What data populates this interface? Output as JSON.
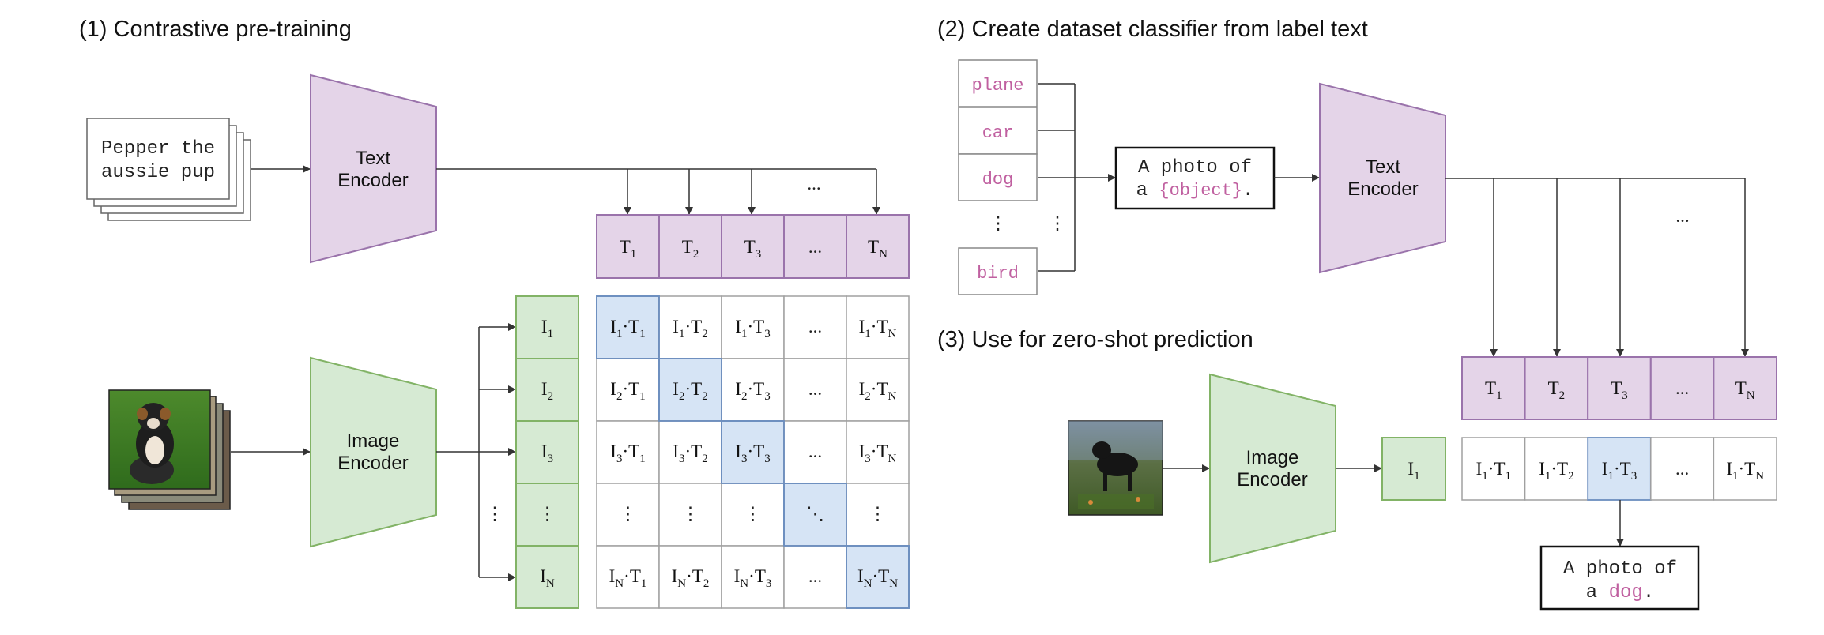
{
  "sections": {
    "pretraining": "(1) Contrastive pre-training",
    "classifier": "(2) Create dataset classifier from label text",
    "zeroshot": "(3) Use for zero-shot prediction"
  },
  "encoders": {
    "text_line1": "Text",
    "text_line2": "Encoder",
    "image_line1": "Image",
    "image_line2": "Encoder"
  },
  "caption": {
    "line1": "Pepper the",
    "line2": "aussie pup"
  },
  "ellipsis": "...",
  "vdots": "⋮",
  "ddots": "⋱",
  "text_embeddings": [
    {
      "base": "T",
      "sub": "1"
    },
    {
      "base": "T",
      "sub": "2"
    },
    {
      "base": "T",
      "sub": "3"
    },
    {
      "base": "...",
      "sub": ""
    },
    {
      "base": "T",
      "sub": "N"
    }
  ],
  "image_embeddings": [
    {
      "base": "I",
      "sub": "1"
    },
    {
      "base": "I",
      "sub": "2"
    },
    {
      "base": "I",
      "sub": "3"
    },
    {
      "base": "⋮",
      "sub": ""
    },
    {
      "base": "I",
      "sub": "N"
    }
  ],
  "matrix": {
    "rows": [
      [
        "I1·T1",
        "I1·T2",
        "I1·T3",
        "...",
        "I1·TN"
      ],
      [
        "I2·T1",
        "I2·T2",
        "I2·T3",
        "...",
        "I2·TN"
      ],
      [
        "I3·T1",
        "I3·T2",
        "I3·T3",
        "...",
        "I3·TN"
      ],
      [
        "⋮",
        "⋮",
        "⋮",
        "⋱",
        "⋮"
      ],
      [
        "IN·T1",
        "IN·T2",
        "IN·T3",
        "...",
        "IN·TN"
      ]
    ]
  },
  "labels": [
    "plane",
    "car",
    "dog",
    "bird"
  ],
  "template": {
    "prefix1": "A photo of",
    "prefix2": "a ",
    "object": "{object}",
    "suffix": "."
  },
  "zeroshot_image_embedding": {
    "base": "I",
    "sub": "1"
  },
  "zeroshot_products": [
    {
      "base1": "I",
      "sub1": "1",
      "base2": "T",
      "sub2": "1"
    },
    {
      "base1": "I",
      "sub1": "1",
      "base2": "T",
      "sub2": "2"
    },
    {
      "base1": "I",
      "sub1": "1",
      "base2": "T",
      "sub2": "3"
    },
    {
      "base1": "...",
      "sub1": "",
      "base2": "",
      "sub2": ""
    },
    {
      "base1": "I",
      "sub1": "1",
      "base2": "T",
      "sub2": "N"
    }
  ],
  "prediction": {
    "line1": "A photo of",
    "line2_prefix": "a ",
    "word": "dog",
    "suffix": "."
  },
  "colors": {
    "text_fill": "#e4d4e8",
    "text_stroke": "#9a73ab",
    "image_fill": "#d6ead3",
    "image_stroke": "#82b366",
    "highlight_fill": "#d6e4f5",
    "highlight_stroke": "#6c8ebf",
    "label_pink": "#c060a0"
  }
}
